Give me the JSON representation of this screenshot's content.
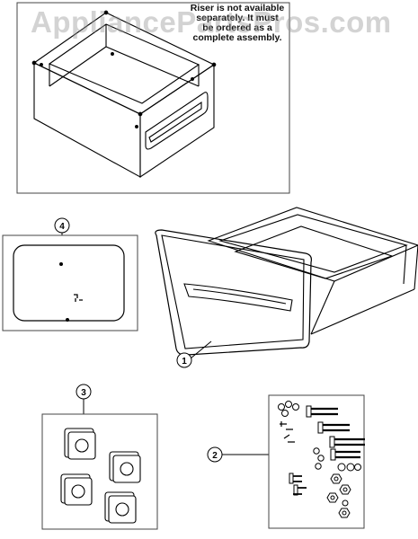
{
  "watermark": {
    "text": "AppliancePartsPros.com"
  },
  "riser_note": {
    "lines": [
      "Riser is not available",
      "separately. It must",
      "be ordered as a",
      "complete assembly."
    ]
  },
  "callouts": [
    {
      "number": "1"
    },
    {
      "number": "2"
    },
    {
      "number": "3"
    },
    {
      "number": "4"
    }
  ],
  "colors": {
    "line": "#000000",
    "panel": "#ffffff",
    "watermark": "#969696"
  }
}
